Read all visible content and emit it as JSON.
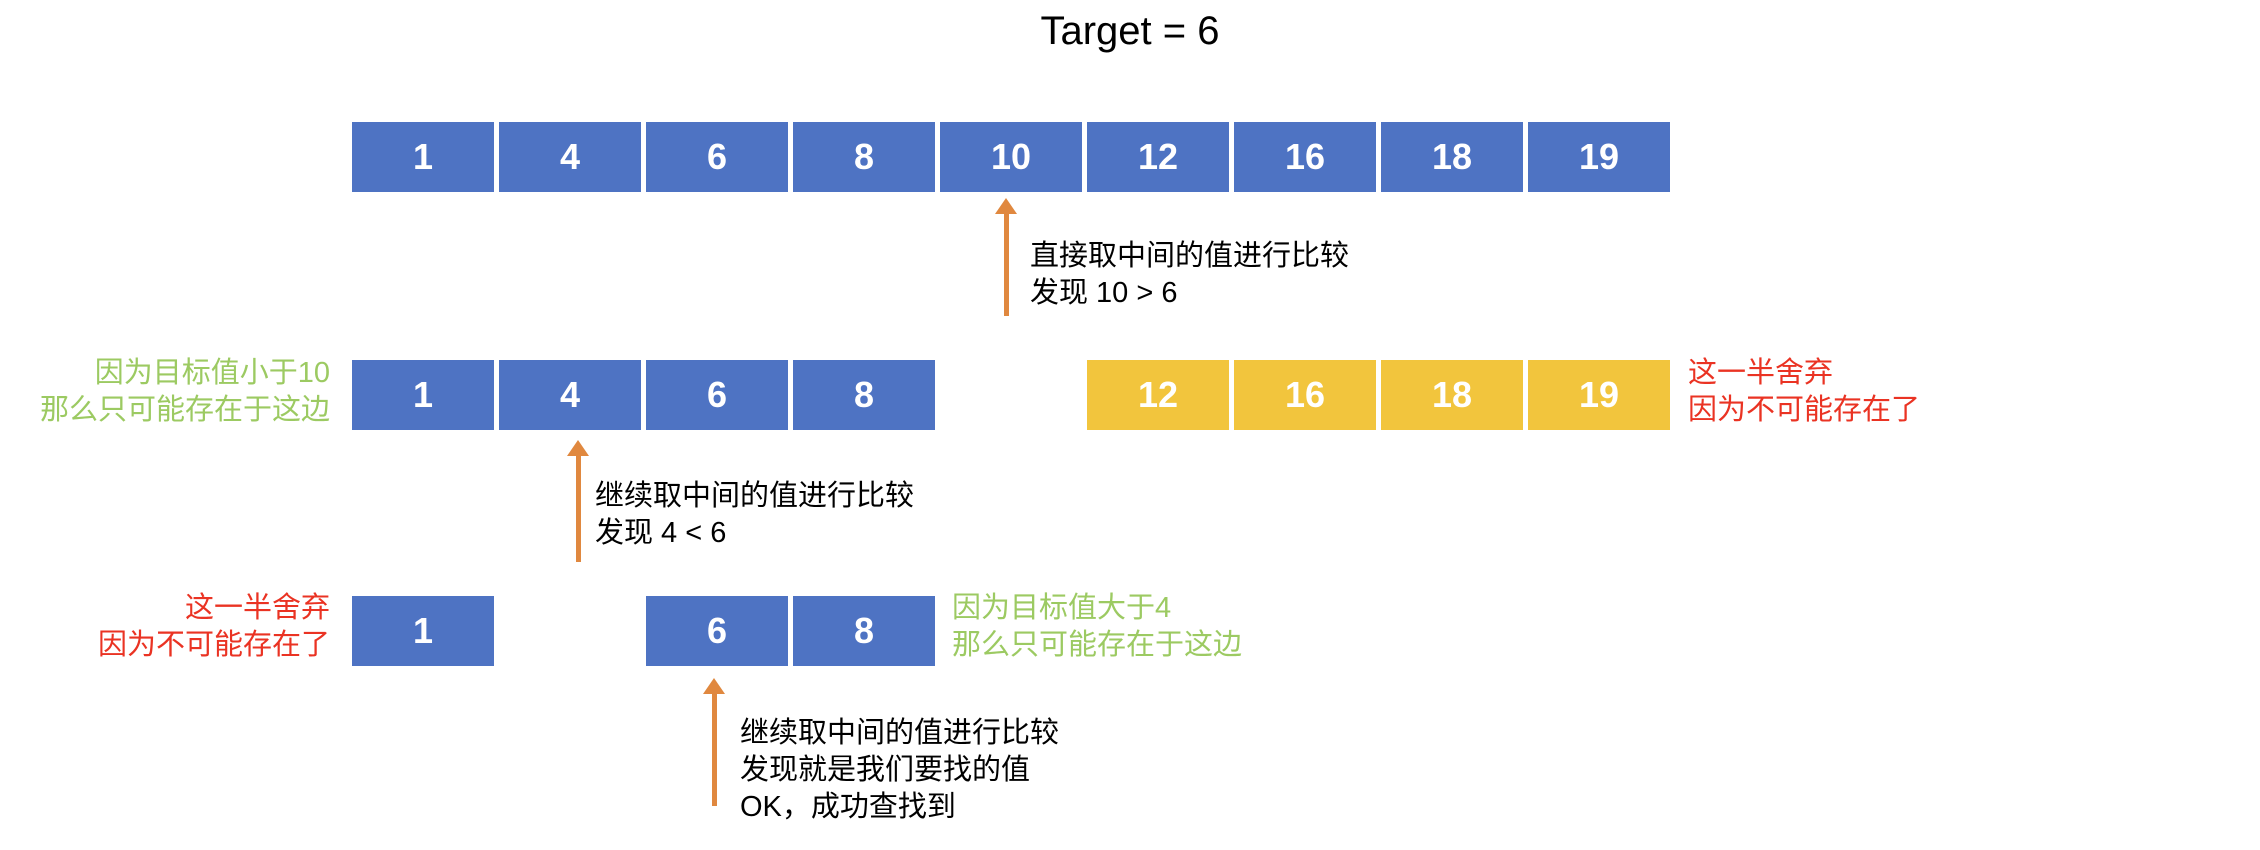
{
  "title": "Target = 6",
  "colors": {
    "active_cell": "#4E73C3",
    "discarded_cell": "#F2C53D",
    "keep_label": "#9CCA62",
    "discard_label": "#EA3323",
    "arrow": "#E0883F",
    "cell_text": "#FFFFFF",
    "background": "#FFFFFF"
  },
  "rows": [
    {
      "id": "row-initial",
      "cells": [
        {
          "value": "1",
          "state": "active"
        },
        {
          "value": "4",
          "state": "active"
        },
        {
          "value": "6",
          "state": "active"
        },
        {
          "value": "8",
          "state": "active"
        },
        {
          "value": "10",
          "state": "active"
        },
        {
          "value": "12",
          "state": "active"
        },
        {
          "value": "16",
          "state": "active"
        },
        {
          "value": "18",
          "state": "active"
        },
        {
          "value": "19",
          "state": "active"
        }
      ]
    },
    {
      "id": "row-second",
      "left_cells": [
        {
          "value": "1",
          "state": "active"
        },
        {
          "value": "4",
          "state": "active"
        },
        {
          "value": "6",
          "state": "active"
        },
        {
          "value": "8",
          "state": "active"
        }
      ],
      "right_cells": [
        {
          "value": "12",
          "state": "discarded"
        },
        {
          "value": "16",
          "state": "discarded"
        },
        {
          "value": "18",
          "state": "discarded"
        },
        {
          "value": "19",
          "state": "discarded"
        }
      ]
    },
    {
      "id": "row-third",
      "left_cells": [
        {
          "value": "1",
          "state": "active"
        }
      ],
      "right_cells": [
        {
          "value": "6",
          "state": "active"
        },
        {
          "value": "8",
          "state": "active"
        }
      ]
    }
  ],
  "labels": {
    "row2_left_keep": {
      "line1": "因为目标值小于10",
      "line2": "那么只可能存在于这边"
    },
    "row2_right_discard": {
      "line1": "这一半舍弃",
      "line2": "因为不可能存在了"
    },
    "row3_left_discard": {
      "line1": "这一半舍弃",
      "line2": "因为不可能存在了"
    },
    "row3_right_keep": {
      "line1": "因为目标值大于4",
      "line2": "那么只可能存在于这边"
    }
  },
  "annotations": {
    "step1": {
      "line1": "直接取中间的值进行比较",
      "line2": "发现 10 > 6"
    },
    "step2": {
      "line1": "继续取中间的值进行比较",
      "line2": "发现 4 < 6"
    },
    "step3": {
      "line1": "继续取中间的值进行比较",
      "line2": "发现就是我们要找的值",
      "line3": "OK，成功查找到"
    }
  }
}
